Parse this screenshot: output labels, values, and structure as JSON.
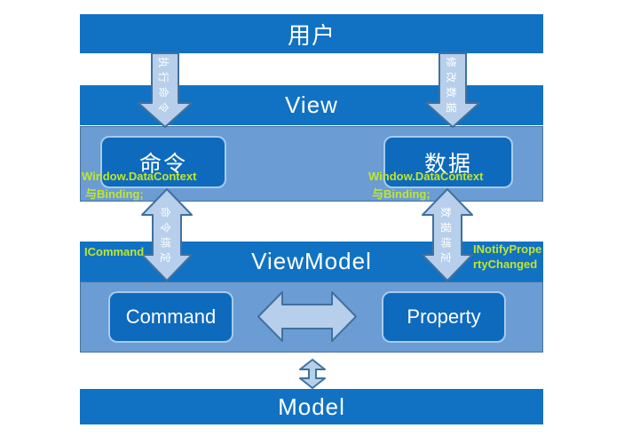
{
  "colors": {
    "bar_blue": "#1172c3",
    "region_blue": "#6b9cd3",
    "node_blue": "#0e6abd",
    "node_border": "#a8cbec",
    "arrow_fill": "#b7cfea",
    "arrow_border": "#40719e",
    "note_green": "#c0e62a",
    "text_white": "#ffffff"
  },
  "layers": {
    "user": {
      "label": "用户"
    },
    "view": {
      "label": "View"
    },
    "viewmodel": {
      "label": "ViewModel"
    },
    "model": {
      "label": "Model"
    }
  },
  "view_region": {
    "command_box": "命令",
    "data_box": "数据",
    "left_note_line1": "Window.DataContext",
    "left_note_line2": "与Binding;",
    "right_note_line1": "Window.DataContext",
    "right_note_line2": "与Binding;"
  },
  "viewmodel_region": {
    "command_box": "Command",
    "property_box": "Property",
    "left_note": "ICommand",
    "right_note_line1": "INotifyPrope",
    "right_note_line2": "rtyChanged"
  },
  "arrows": {
    "user_to_view_left": "执行命令",
    "user_to_view_right": "修改数据",
    "view_viewmodel_left": "命令绑定",
    "view_viewmodel_right": "数据绑定"
  }
}
